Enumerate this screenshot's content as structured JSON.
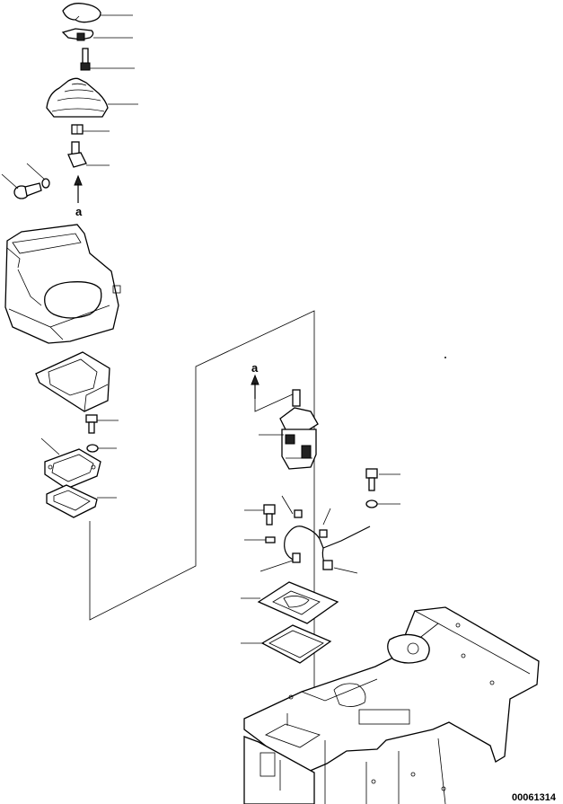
{
  "figure_code": "00061314",
  "view_marker_top": "a",
  "view_marker_lower": "a",
  "colors": {
    "ink": "#000000",
    "background": "#ffffff"
  }
}
